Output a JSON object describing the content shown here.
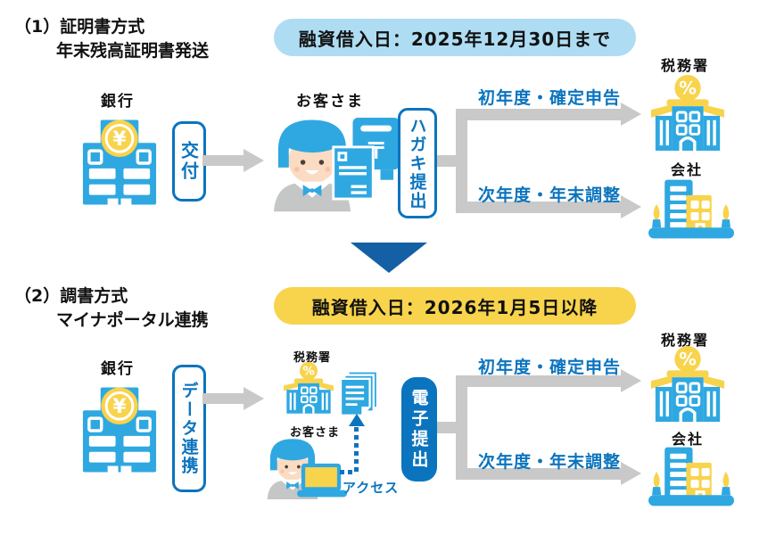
{
  "colors": {
    "accent_blue": "#0b74be",
    "icon_blue": "#2fa8e1",
    "highlight_yellow": "#f8d34c",
    "banner_blue": "#aedcf3",
    "arrow_gray": "#c9c9c9",
    "triangle_blue": "#1460a5"
  },
  "icons": {
    "yen": "¥",
    "percent": "%",
    "postal": "〒"
  },
  "flow1": {
    "heading_no": "（1）",
    "heading_title": "証明書方式",
    "heading_subtitle": "年末残高証明書発送",
    "banner": "融資借入日：2025年12月30日まで",
    "bank_label": "銀行",
    "action_label": "交付",
    "customer_label": "お客さま",
    "submit_label": "ハガキ提出",
    "branch_top": "初年度・確定申告",
    "branch_bottom": "次年度・年末調整",
    "tax_office_label": "税務署",
    "company_label": "会社"
  },
  "flow2": {
    "heading_no": "（2）",
    "heading_title": "調書方式",
    "heading_subtitle": "マイナポータル連携",
    "banner": "融資借入日：2026年1月5日以降",
    "bank_label": "銀行",
    "action_label": "データ連携",
    "tax_office_small_label": "税務署",
    "customer_label": "お客さま",
    "access_label": "アクセス",
    "submit_label": "電子提出",
    "branch_top": "初年度・確定申告",
    "branch_bottom": "次年度・年末調整",
    "tax_office_label": "税務署",
    "company_label": "会社"
  }
}
